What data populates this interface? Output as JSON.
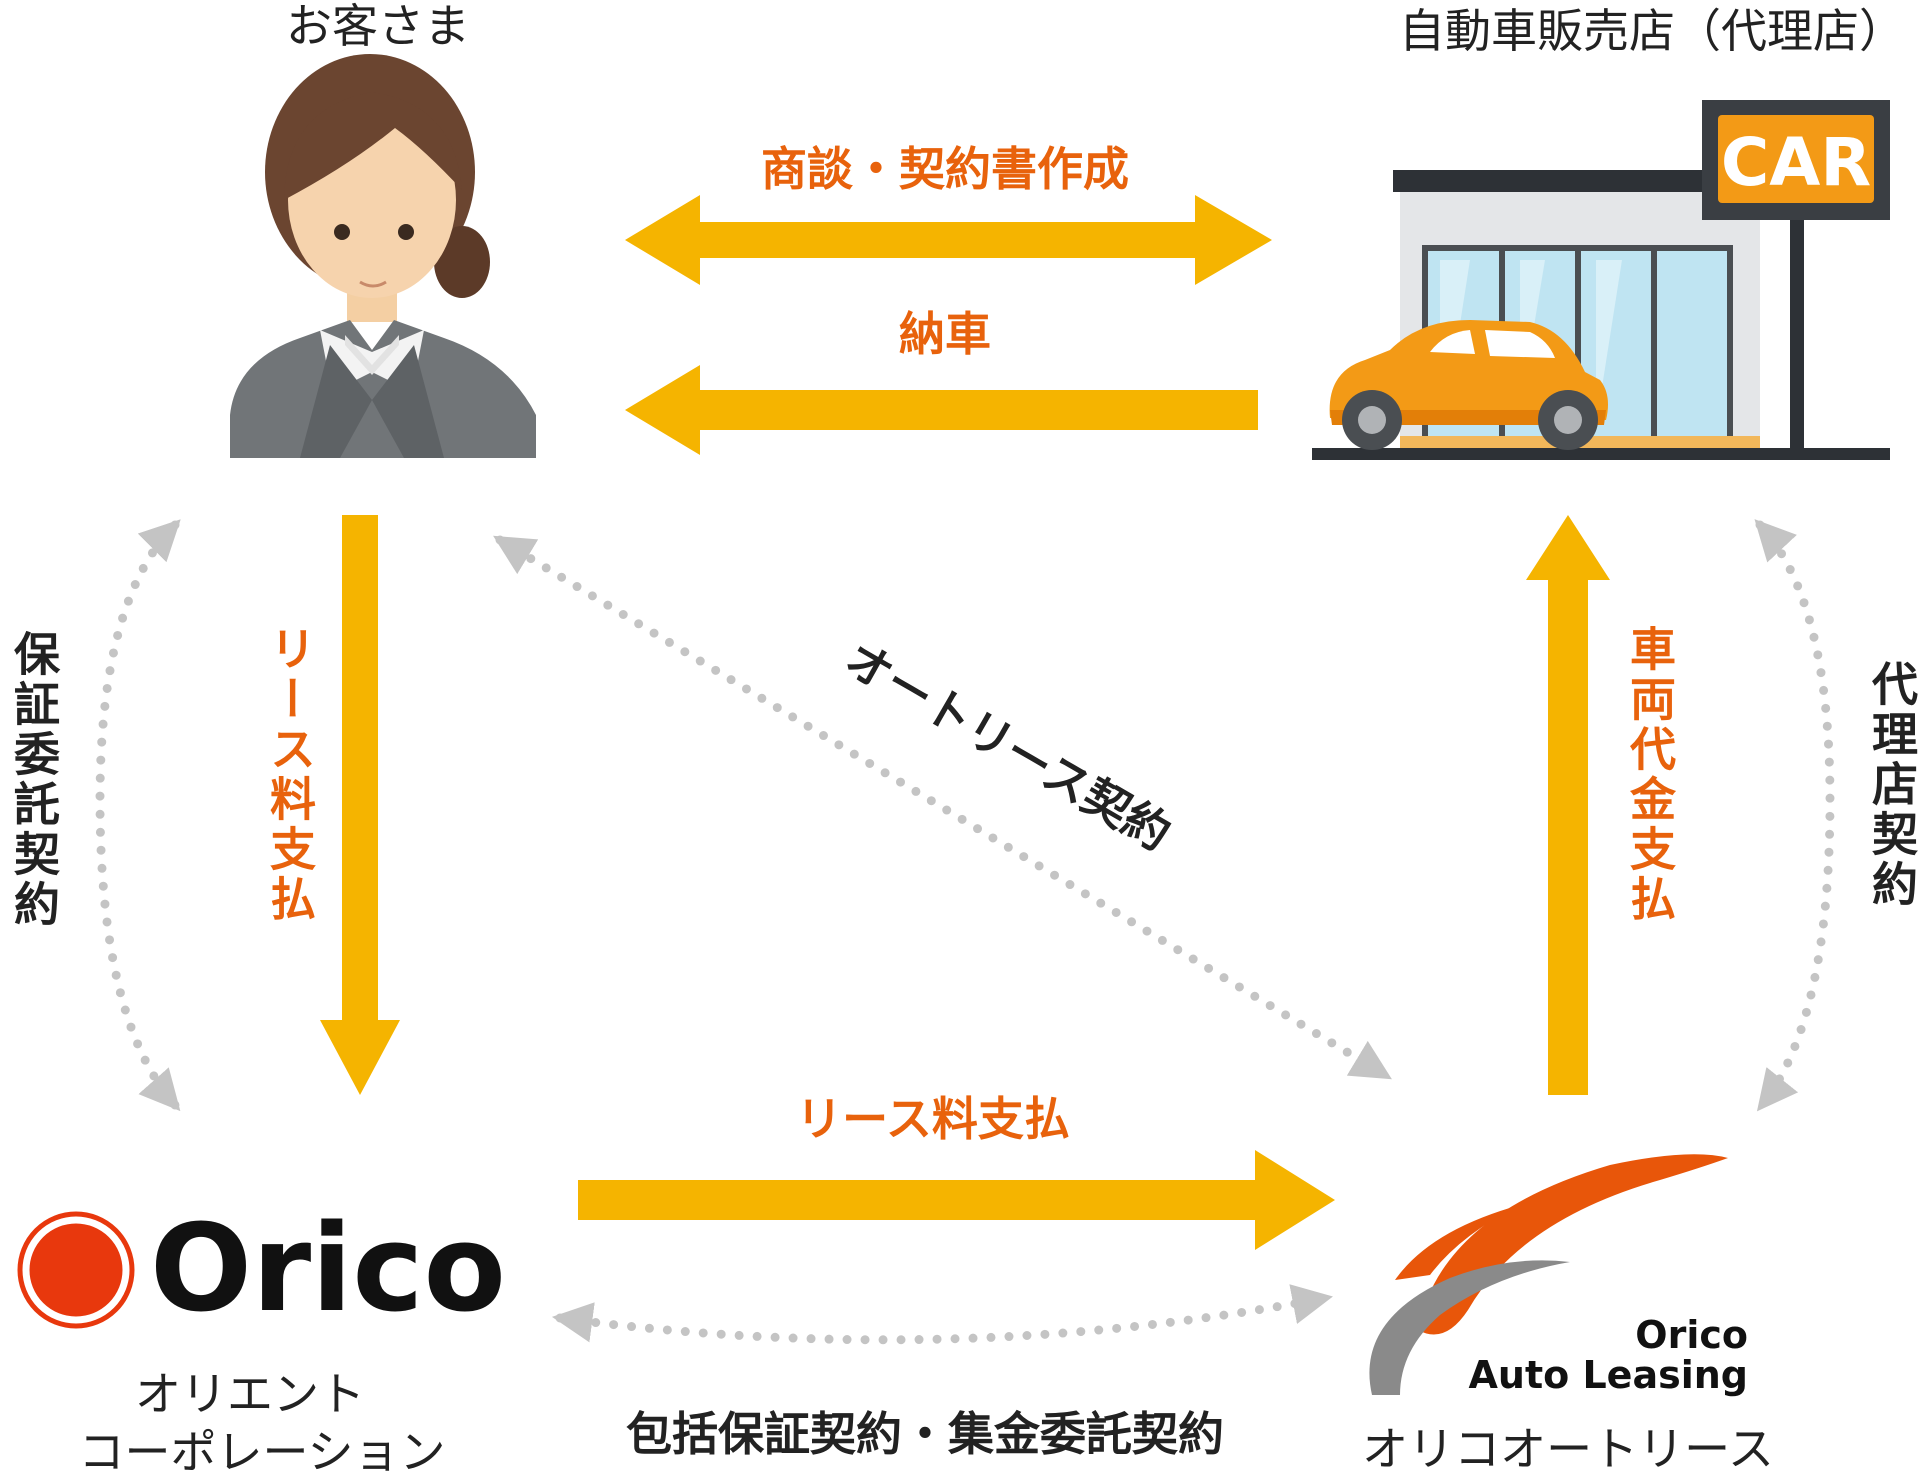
{
  "nodes": {
    "customer": {
      "label": "お客さま"
    },
    "dealer": {
      "label": "自動車販売店（代理店）",
      "sign_text": "CAR"
    },
    "orient": {
      "logo_text": "Orico",
      "label_line1": "オリエント",
      "label_line2": "コーポレーション"
    },
    "auto_leasing": {
      "logo_line1": "Orico",
      "logo_line2": "Auto Leasing",
      "label": "オリコオートリース"
    }
  },
  "flows": {
    "negotiation": "商談・契約書作成",
    "delivery": "納車",
    "lease_payment_down": "リース料支払",
    "lease_payment_right": "リース料支払",
    "vehicle_payment": "車両代金支払"
  },
  "contracts": {
    "guarantee_trust": "保証委託契約",
    "auto_lease": "オートリース契約",
    "agency": "代理店契約",
    "bottom": "包括保証契約・集金委託契約"
  },
  "colors": {
    "arrow": "#f5b400",
    "flow_text": "#e8620c",
    "dotted": "#c4c4c4",
    "orico_red": "#e8380d",
    "leasing_orange": "#e8560a",
    "leasing_gray": "#8a8a8a"
  },
  "icons": [
    "customer-woman-icon",
    "car-dealer-shop-icon",
    "orico-circle-logo-icon",
    "orico-auto-leasing-swoosh-icon"
  ]
}
